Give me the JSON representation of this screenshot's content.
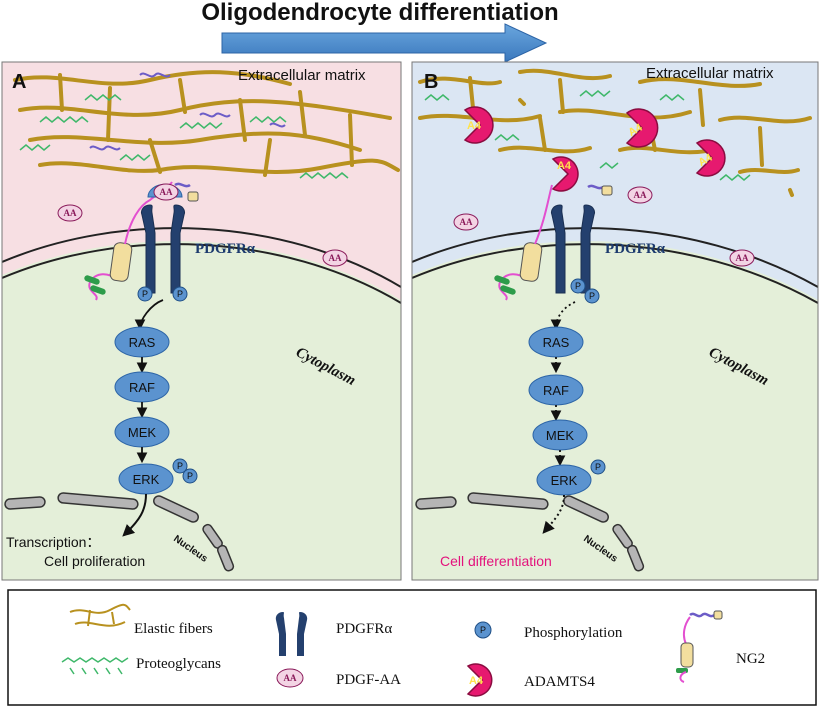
{
  "title": "Oligodendrocyte differentiation",
  "panel_a": {
    "letter": "A",
    "ecm_label": "Extracellular matrix",
    "receptor_label": "PDGFRα",
    "cytoplasm_label": "Cytoplasm",
    "nucleus_label": "Nucleus",
    "pathway": [
      "RAS",
      "RAF",
      "MEK",
      "ERK"
    ],
    "phospho_label": "P",
    "ligand_label": "AA",
    "output_line1": "Transcription：",
    "output_line2": "Cell proliferation"
  },
  "panel_b": {
    "letter": "B",
    "ecm_label": "Extracellular matrix",
    "receptor_label": "PDGFRα",
    "cytoplasm_label": "Cytoplasm",
    "nucleus_label": "Nucleus",
    "pathway": [
      "RAS",
      "RAF",
      "MEK",
      "ERK"
    ],
    "phospho_label": "P",
    "ligand_label": "AA",
    "enzyme_label": "A4",
    "output": "Cell differentiation"
  },
  "legend": {
    "elastic_fibers": "Elastic fibers",
    "proteoglycans": "Proteoglycans",
    "pdgfra": "PDGFRα",
    "pdgf_aa": "PDGF-AA",
    "phosphorylation": "Phosphorylation",
    "adamts4": "ADAMTS4",
    "ng2": "NG2",
    "icon_aa": "AA",
    "icon_p": "P",
    "icon_a4": "A4"
  },
  "colors": {
    "panel_a_bg": "#f7dfe3",
    "panel_b_bg": "#dbe6f3",
    "cytoplasm": "#e4efd9",
    "fiber": "#b8911f",
    "proteoglycan": "#3fb86a",
    "receptor": "#24406e",
    "node": "#5b93cf",
    "enzyme": "#e6196f",
    "arrow": "#4f8fd1"
  }
}
